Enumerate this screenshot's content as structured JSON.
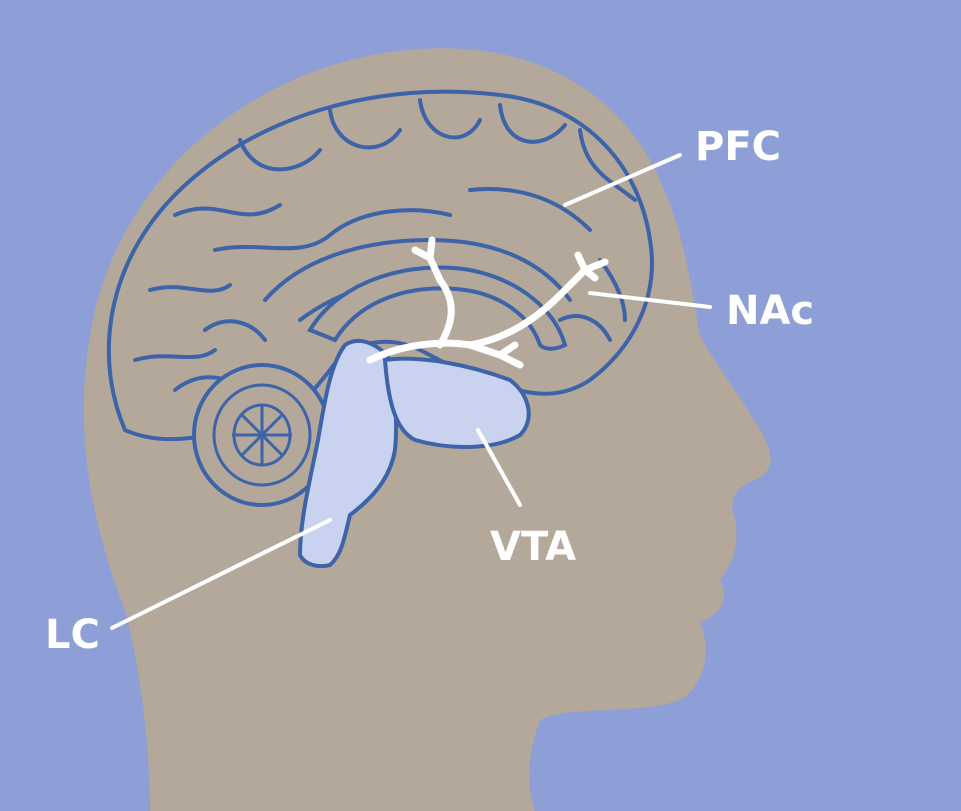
{
  "colors": {
    "background": "#8d9fd6",
    "head": "#b4a89a",
    "outline": "#3d63a8",
    "brainstem": "#c9d3ef",
    "pathway": "#ffffff"
  },
  "labels": {
    "pfc": "PFC",
    "nac": "NAc",
    "vta": "VTA",
    "lc": "LC"
  }
}
